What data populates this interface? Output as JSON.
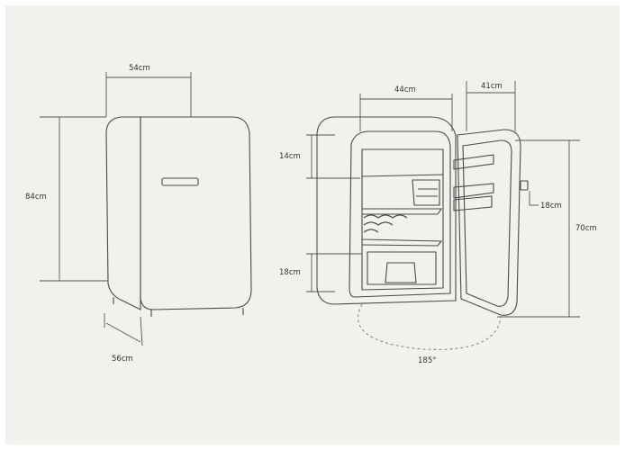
{
  "colors": {
    "background": "#f3f1ee",
    "outline": "#4a4a4a",
    "dimension_line": "#555555",
    "label": "#333333"
  },
  "dimensions": {
    "closed_width": "54cm",
    "closed_height": "84cm",
    "closed_depth": "56cm",
    "interior_width": "44cm",
    "door_width": "41cm",
    "freezer_height": "14cm",
    "crisper_height": "18cm",
    "door_depth": "18cm",
    "interior_height": "70cm",
    "door_angle": "185°"
  }
}
